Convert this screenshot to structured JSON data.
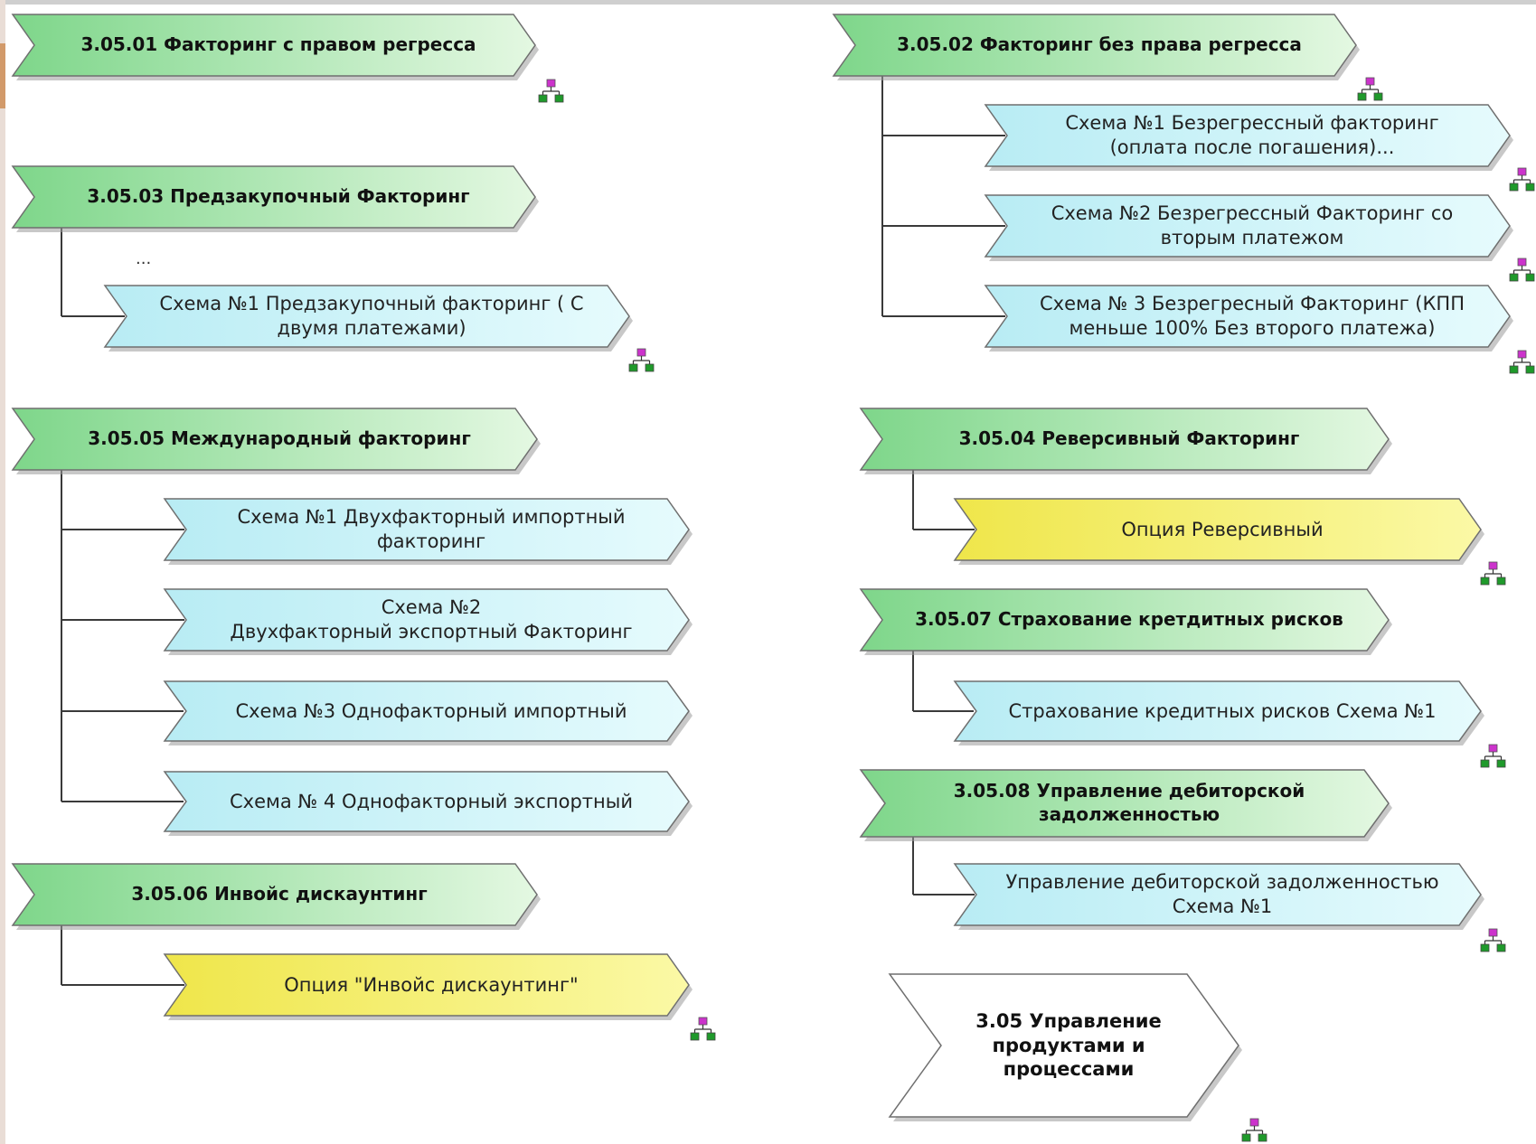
{
  "colors": {
    "green_dark": "#7ed68a",
    "green_light": "#e4f8e2",
    "cyan_dark": "#b8ecf4",
    "cyan_light": "#e6fbfd",
    "yellow_dark": "#efe64a",
    "yellow_light": "#fbf9a6",
    "white": "#ffffff",
    "outline": "#6f6f6f",
    "connector": "#3a3a3a",
    "icon_node": "#1f9a2b",
    "icon_top": "#cc33cc"
  },
  "boxes": [
    {
      "id": "b0501",
      "kind": "green",
      "text": "3.05.01 Факторинг с правом регресса"
    },
    {
      "id": "b0503",
      "kind": "green",
      "text": "3.05.03 Предзакупочный Факторинг"
    },
    {
      "id": "b0503s1",
      "kind": "cyan",
      "text": "Схема №1 Предзакупочный факторинг ( С двумя платежами)"
    },
    {
      "id": "b0505",
      "kind": "green",
      "text": "3.05.05 Международный факторинг"
    },
    {
      "id": "b0505s1",
      "kind": "cyan",
      "text": "Схема №1 Двухфакторный импортный факторинг"
    },
    {
      "id": "b0505s2",
      "kind": "cyan",
      "text": "Схема №2\nДвухфакторный экспортный Факторинг"
    },
    {
      "id": "b0505s3",
      "kind": "cyan",
      "text": "Схема  №3 Однофакторный  импортный"
    },
    {
      "id": "b0505s4",
      "kind": "cyan",
      "text": "Схема № 4 Однофакторный экспортный"
    },
    {
      "id": "b0506",
      "kind": "green",
      "text": "3.05.06 Инвойс дискаунтинг"
    },
    {
      "id": "b0506o",
      "kind": "yellow",
      "text": "Опция \"Инвойс дискаунтинг\""
    },
    {
      "id": "b0502",
      "kind": "green",
      "text": "3.05.02 Факторинг без права регресса"
    },
    {
      "id": "b0502s1",
      "kind": "cyan",
      "text": "Схема №1 Безрегрессный факторинг (оплата после погашения)..."
    },
    {
      "id": "b0502s2",
      "kind": "cyan",
      "text": "Схема №2 Безрегрессный Факторинг со вторым платежом"
    },
    {
      "id": "b0502s3",
      "kind": "cyan",
      "text": "Схема № 3 Безрегресный Факторинг (КПП меньше 100% Без второго платежа)"
    },
    {
      "id": "b0504",
      "kind": "green",
      "text": "3.05.04 Реверсивный Факторинг"
    },
    {
      "id": "b0504o",
      "kind": "yellow",
      "text": "Опция Реверсивный"
    },
    {
      "id": "b0507",
      "kind": "green",
      "text": "3.05.07 Страхование кретдитных рисков"
    },
    {
      "id": "b0507s1",
      "kind": "cyan",
      "text": "Страхование кредитных рисков Схема №1"
    },
    {
      "id": "b0508",
      "kind": "green",
      "text": "3.05.08 Управление дебиторской задолженностью"
    },
    {
      "id": "b0508s1",
      "kind": "cyan",
      "text": "Управление дебиторской задолженностью Схема №1"
    },
    {
      "id": "b05",
      "kind": "white",
      "text": "3.05 Управление продуктами и процессами"
    }
  ],
  "connectors": [
    {
      "parent": "b0503",
      "children": [
        "b0503s1"
      ]
    },
    {
      "parent": "b0505",
      "children": [
        "b0505s1",
        "b0505s2",
        "b0505s3",
        "b0505s4"
      ]
    },
    {
      "parent": "b0506",
      "children": [
        "b0506o"
      ]
    },
    {
      "parent": "b0502",
      "children": [
        "b0502s1",
        "b0502s2",
        "b0502s3"
      ]
    },
    {
      "parent": "b0504",
      "children": [
        "b0504o"
      ]
    },
    {
      "parent": "b0507",
      "children": [
        "b0507s1"
      ]
    },
    {
      "parent": "b0508",
      "children": [
        "b0508s1"
      ]
    }
  ],
  "annotations": {
    "ellipsis": "..."
  },
  "icons": {
    "assignment": "process-tree-icon"
  }
}
